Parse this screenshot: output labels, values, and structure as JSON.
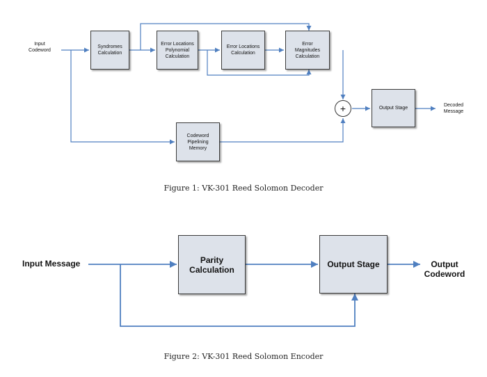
{
  "figure1": {
    "input_label": "Input\nCodeword",
    "output_label": "Decoded\nMessage",
    "blocks": {
      "syndromes": "Syndromes\nCalculation",
      "error_loc_poly": "Error Locations\nPolynomial\nCalculation",
      "error_loc_calc": "Error Locations\nCalculation",
      "error_mag": "Error\nMagnitudes\nCalculation",
      "output_stage": "Output Stage",
      "pipeline_memory": "Codeword\nPipelining\nMemory"
    },
    "adder_symbol": "+",
    "caption": "Figure 1: VK-301 Reed Solomon Decoder"
  },
  "figure2": {
    "input_label": "Input Message",
    "output_label": "Output\nCodeword",
    "blocks": {
      "parity": "Parity\nCalculation",
      "output_stage": "Output Stage"
    },
    "caption": "Figure 2: VK-301 Reed Solomon Encoder"
  },
  "colors": {
    "wire": "#4f7fc0",
    "block_fill": "#dde2ea",
    "block_border": "#3a3a3a"
  }
}
